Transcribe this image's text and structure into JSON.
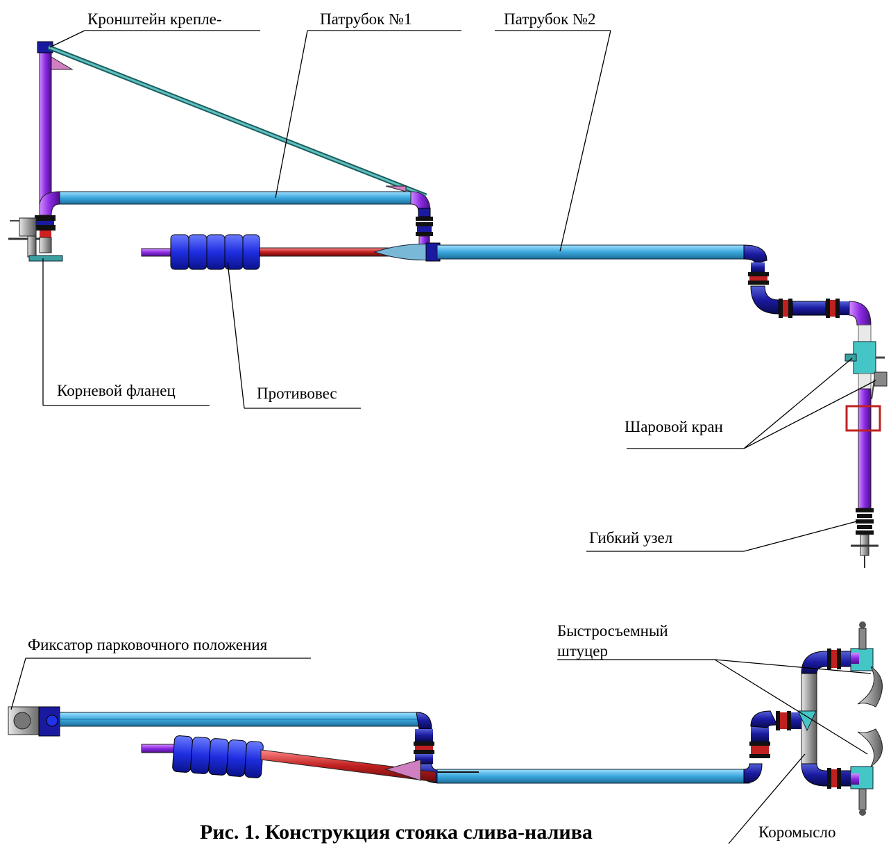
{
  "labels": {
    "bracket": "Кронштейн крепле-",
    "pipe1": "Патрубок №1",
    "pipe2": "Патрубок №2",
    "root_flange": "Корневой фланец",
    "counterweight": "Противовес",
    "ball_valve": "Шаровой кран",
    "flexible_joint": "Гибкий узел",
    "parking_lock": "Фиксатор парковочного положения",
    "quick_fitting_line1": "Быстросъемный",
    "quick_fitting_line2": "штуцер",
    "rocker": "Коромысло"
  },
  "caption": "Рис. 1. Конструкция стояка слива-налива",
  "colors": {
    "purple": "#8a2be2",
    "light_blue": "#4fb3e0",
    "dark_blue": "#1a1aa0",
    "royal_blue": "#2233e6",
    "red": "#c02020",
    "teal": "#3aa0a0",
    "grey": "#9a9a9a",
    "pink": "#d080c0"
  }
}
